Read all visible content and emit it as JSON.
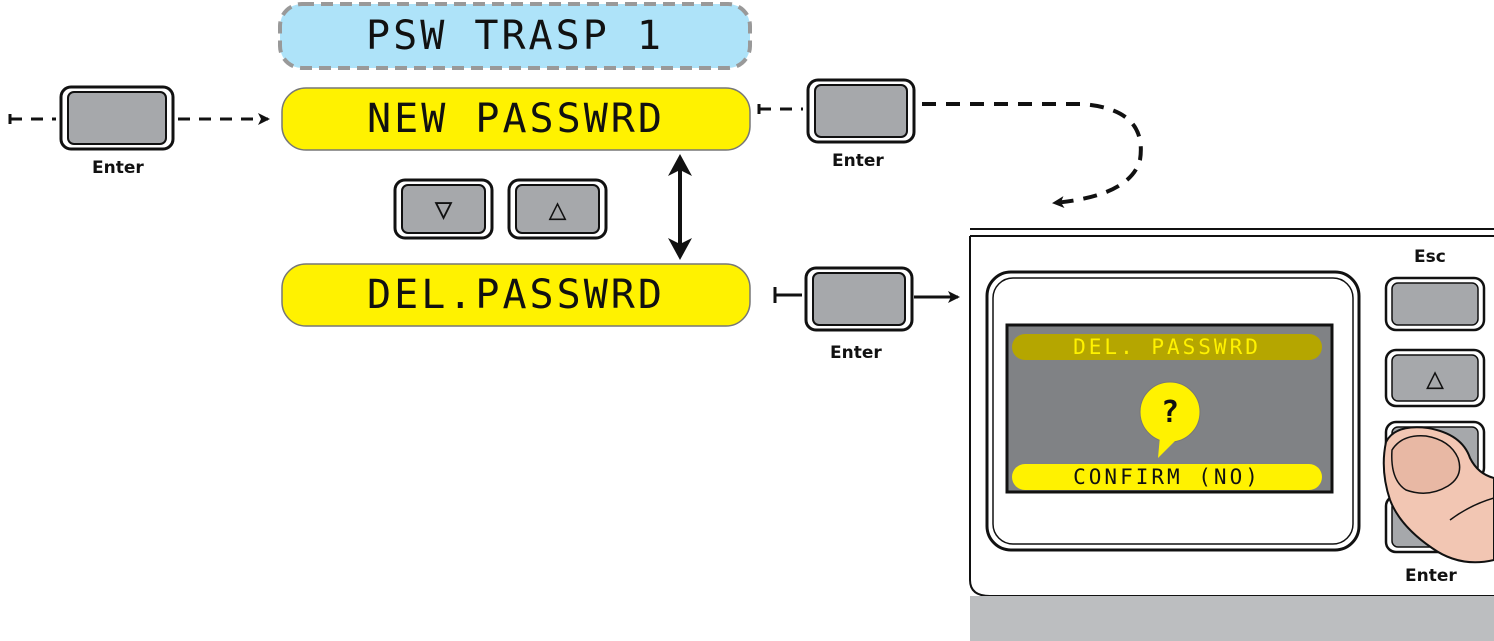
{
  "menu": {
    "header": "PSW TRASP 1",
    "items": [
      "NEW PASSWRD",
      "DEL.PASSWRD"
    ]
  },
  "keys": {
    "enter_label": "Enter",
    "esc_label": "Esc",
    "up_symbol": "△",
    "down_symbol": "▽"
  },
  "device_screen": {
    "title": "DEL. PASSWRD",
    "question_mark": "?",
    "confirm_text": "CONFIRM (NO)"
  },
  "colors": {
    "header_bg": "#aee3f9",
    "menu_item_bg": "#fff200",
    "key_fill": "#a6a8ab",
    "screen_bg": "#808285",
    "screen_title_bg": "#b5a600",
    "screen_title_text": "#fff200",
    "device_bottom": "#bcbec0",
    "finger": "#f2c6b3"
  }
}
